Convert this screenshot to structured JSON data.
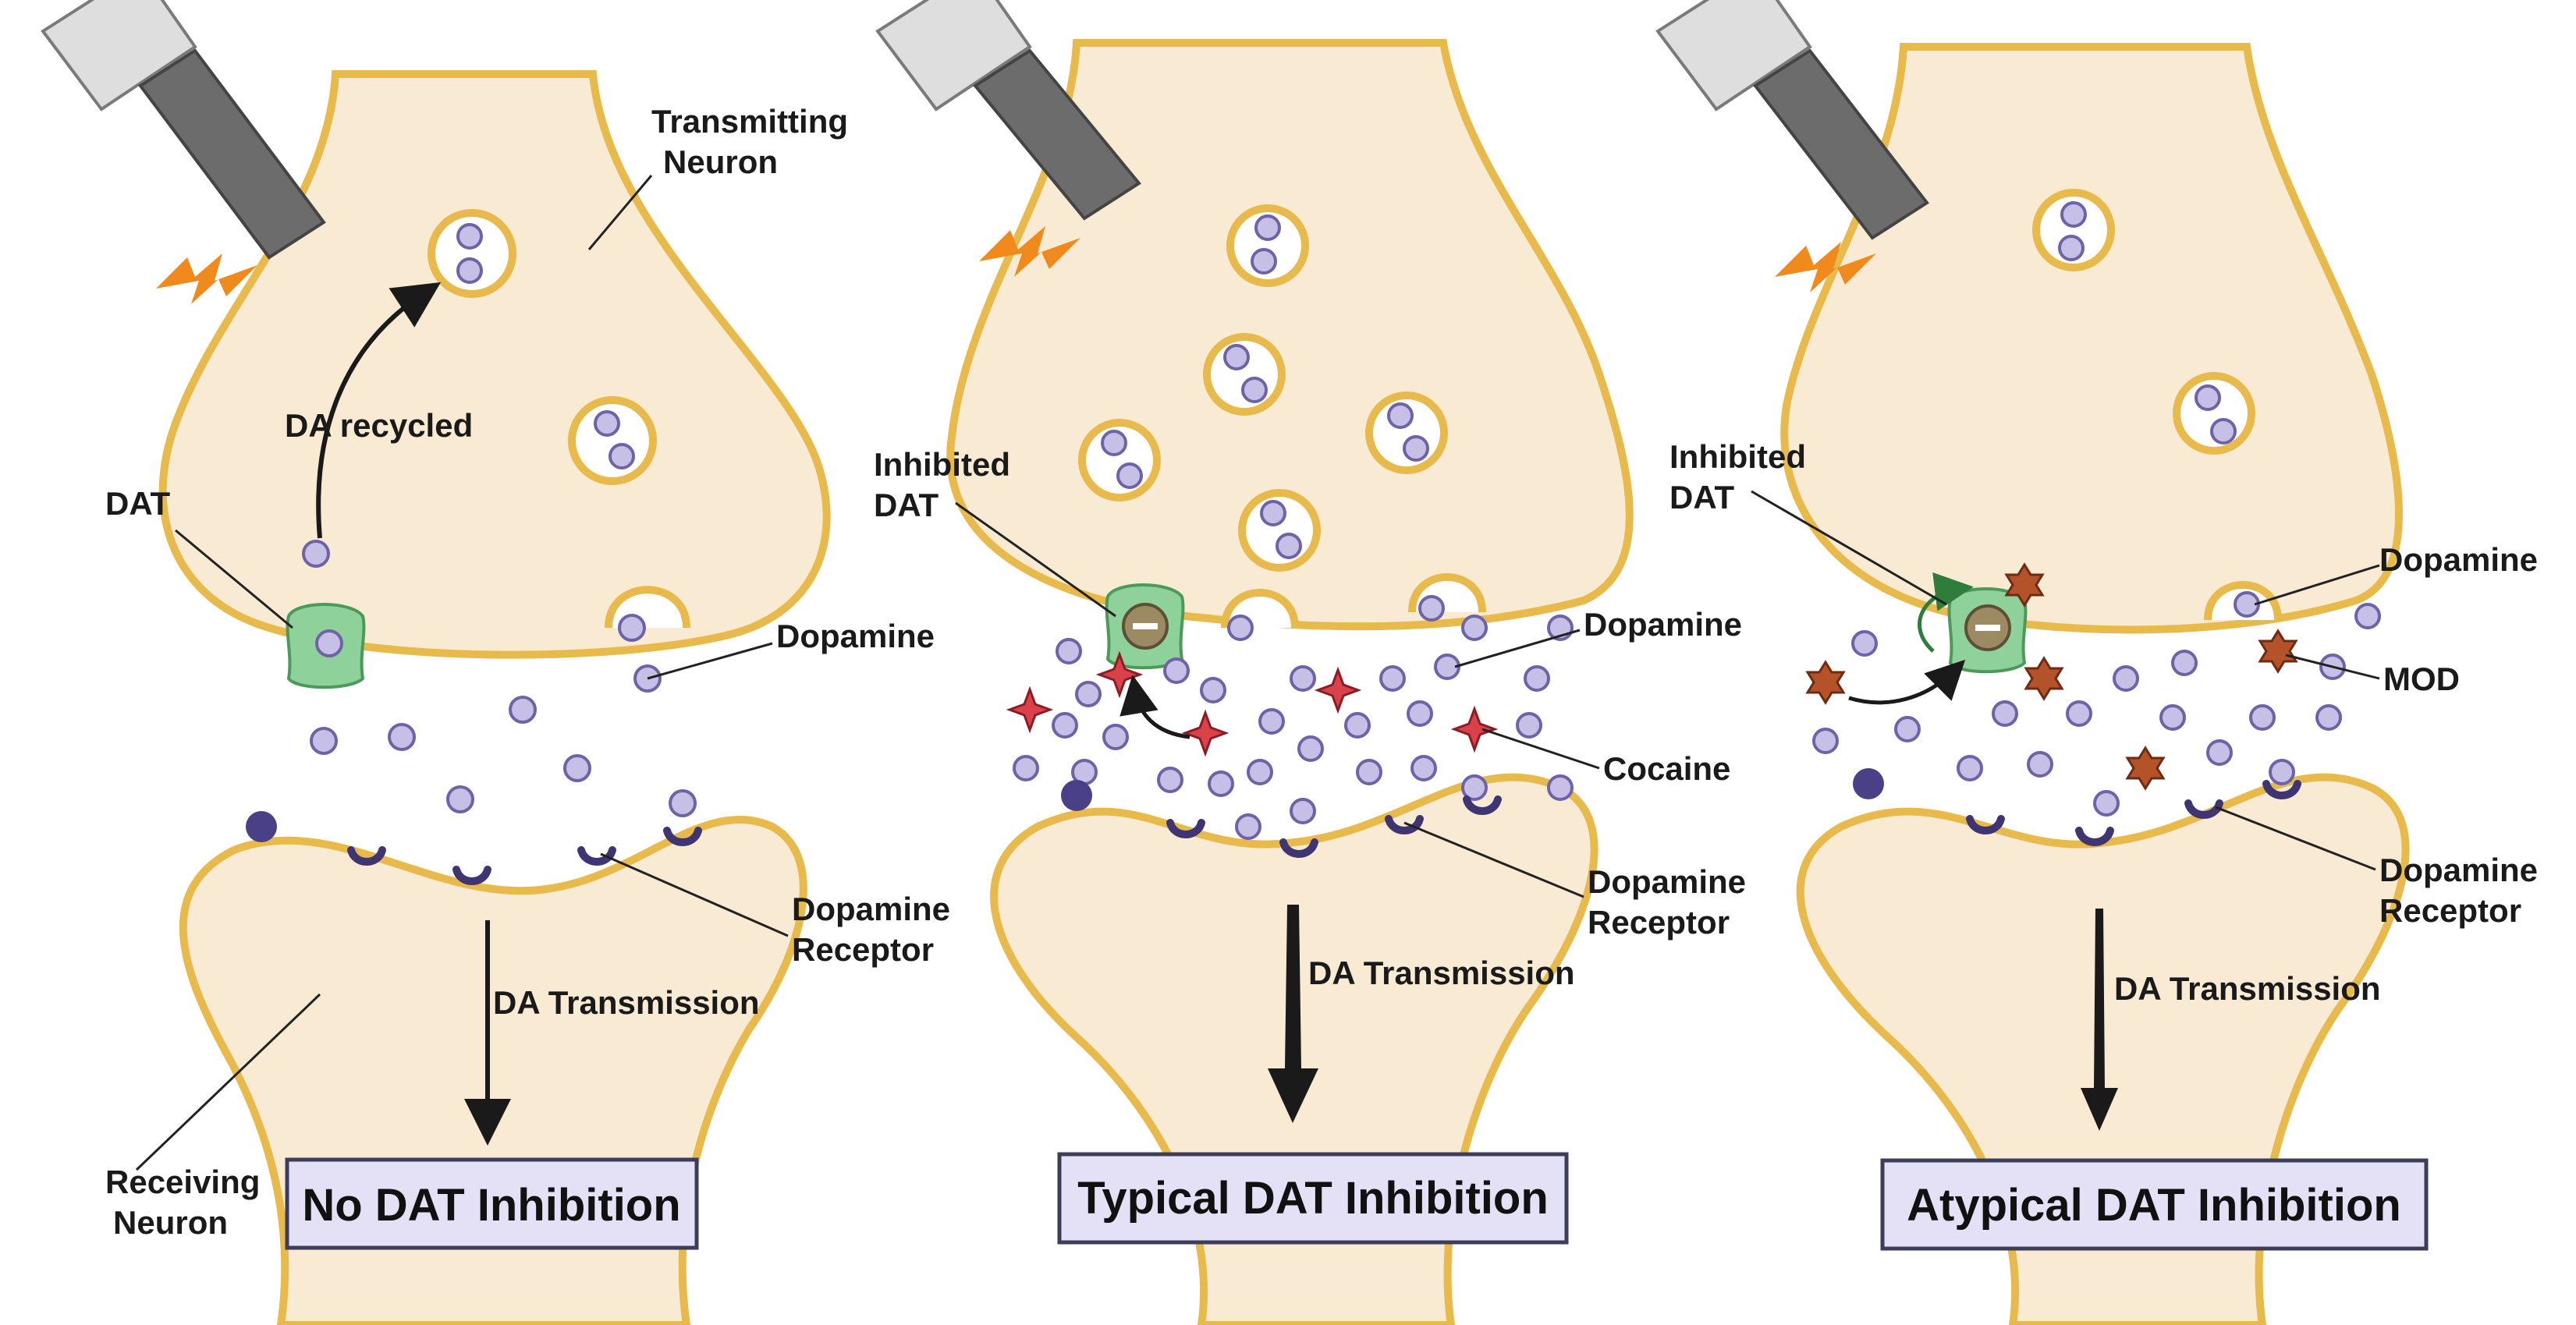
{
  "panels": [
    {
      "title": "No DAT Inhibition",
      "labels": {
        "transmitting_neuron": "Transmitting\nNeuron",
        "da_recycled": "DA  recycled",
        "dat": "DAT",
        "dopamine": "Dopamine",
        "dopamine_receptor": "Dopamine\nReceptor",
        "da_transmission": "DA Transmission",
        "receiving_neuron": "Receiving\nNeuron"
      }
    },
    {
      "title": "Typical DAT Inhibition",
      "labels": {
        "inhibited_dat": "Inhibited\nDAT",
        "dopamine": "Dopamine",
        "cocaine": "Cocaine",
        "dopamine_receptor": "Dopamine\nReceptor",
        "da_transmission": "DA Transmission"
      }
    },
    {
      "title": "Atypical DAT Inhibition",
      "labels": {
        "inhibited_dat": "Inhibited\nDAT",
        "dopamine": "Dopamine",
        "mod": "MOD",
        "dopamine_receptor": "Dopamine\nReceptor",
        "da_transmission": "DA Transmission"
      }
    }
  ],
  "colors": {
    "membrane_fill": "#f8ead3",
    "membrane_stroke": "#e8b94b",
    "dopamine": "#c6bfe6",
    "receptor": "#3e3572",
    "dat": "#8fd19a",
    "cocaine": "#d9414b",
    "mod": "#b4532a",
    "title_box": "#e4e0f6",
    "stimulus_bolt": "#f08a1c"
  },
  "icons": [
    "electrode-icon",
    "lightning-bolt-icon",
    "vesicle-icon",
    "dopamine-molecule-icon",
    "dat-transporter-icon",
    "cocaine-molecule-icon",
    "mod-molecule-icon",
    "dopamine-receptor-icon"
  ]
}
